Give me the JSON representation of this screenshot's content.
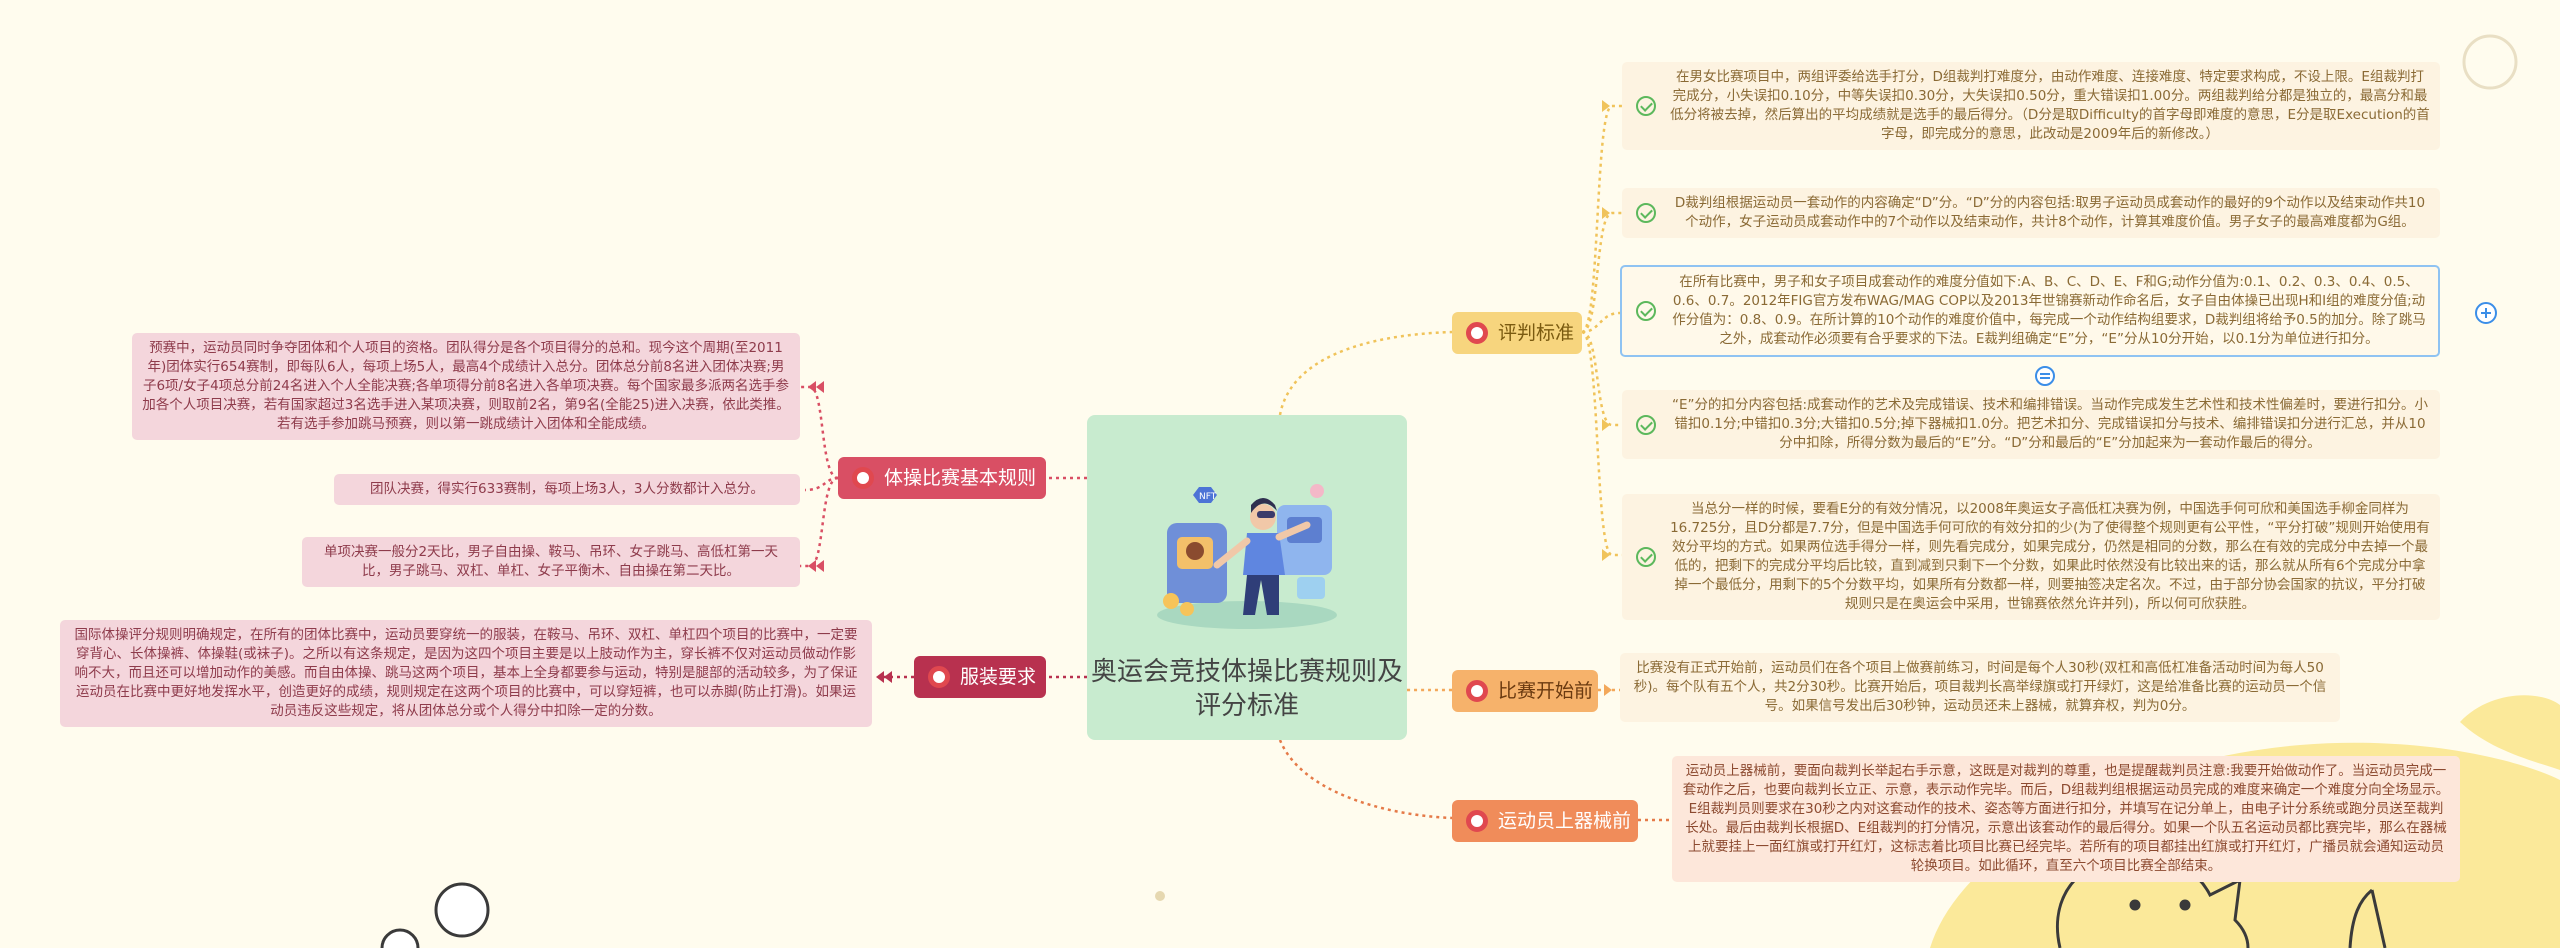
{
  "central_topic": {
    "title": "奥运会竞技体操比赛规则及评分标准"
  },
  "colors": {
    "background": "#fffcee",
    "central_bg": "#c8ebcf",
    "branch_scoring": "#f7d57e",
    "branch_basic_rules": "#d94f64",
    "branch_attire": "#b8314f",
    "branch_start": "#f6b26b",
    "branch_apparatus": "#f08c5a",
    "check_icon": "#5cb85c"
  },
  "branches": {
    "scoring": {
      "label": "评判标准",
      "icon": "target-icon",
      "items": [
        "在男女比赛项目中，两组评委给选手打分，D组裁判打难度分，由动作难度、连接难度、特定要求构成，不设上限。E组裁判打完成分，小失误扣0.10分，中等失误扣0.30分，大失误扣0.50分，重大错误扣1.00分。两组裁判给分都是独立的，最高分和最低分将被去掉，然后算出的平均成绩就是选手的最后得分。（D分是取Difficulty的首字母即难度的意思，E分是取Execution的首字母，即完成分的意思，此改动是2009年后的新修改。）",
        "D裁判组根据运动员一套动作的内容确定“D”分。“D”分的内容包括:取男子运动员成套动作的最好的9个动作以及结束动作共10个动作，女子运动员成套动作中的7个动作以及结束动作，共计8个动作，计算其难度价值。男子女子的最高难度都为G组。",
        "在所有比赛中，男子和女子项目成套动作的难度分值如下:A、B、C、D、E、F和G;动作分值为:0.1、0.2、0.3、0.4、0.5、0.6、0.7。2012年FIG官方发布WAG/MAG COP以及2013年世锦赛新动作命名后，女子自由体操已出现H和I组的难度分值;动作分值为：0.8、0.9。在所计算的10个动作的难度价值中，每完成一个动作结构组要求，D裁判组将给予0.5的加分。除了跳马之外，成套动作必须要有合乎要求的下法。E裁判组确定“E”分，“E”分从10分开始，以0.1分为单位进行扣分。",
        "“E”分的扣分内容包括:成套动作的艺术及完成错误、技术和编排错误。当动作完成发生艺术性和技术性偏差时，要进行扣分。小错扣0.1分;中错扣0.3分;大错扣0.5分;掉下器械扣1.0分。把艺术扣分、完成错误扣分与技术、编排错误扣分进行汇总，并从10分中扣除，所得分数为最后的“E”分。“D”分和最后的“E”分加起来为一套动作最后的得分。",
        "当总分一样的时候，要看E分的有效分情况，以2008年奥运女子高低杠决赛为例，中国选手何可欣和美国选手柳金同样为16.725分，且D分都是7.7分，但是中国选手何可欣的有效分扣的少(为了使得整个规则更有公平性，“平分打破”规则开始使用有效分平均的方式。如果两位选手得分一样，则先看完成分，如果完成分，仍然是相同的分数，那么在有效的完成分中去掉一个最低的，把剩下的完成分平均后比较，直到减到只剩下一个分数，如果此时依然没有比较出来的话，那么就从所有6个完成分中拿掉一个最低分，用剩下的5个分数平均，如果所有分数都一样，则要抽签决定名次。不过，由于部分协会国家的抗议，平分打破规则只是在奥运会中采用，世锦赛依然允许并列)，所以何可欣获胜。"
      ]
    },
    "basic_rules": {
      "label": "体操比赛基本规则",
      "icon": "target-icon",
      "items": [
        "预赛中，运动员同时争夺团体和个人项目的资格。团队得分是各个项目得分的总和。现今这个周期(至2011年)团体实行654赛制，即每队6人，每项上场5人，最高4个成绩计入总分。团体总分前8名进入团体决赛;男子6项/女子4项总分前24名进入个人全能决赛;各单项得分前8名进入各单项决赛。每个国家最多派两名选手参加各个人项目决赛，若有国家超过3名选手进入某项决赛，则取前2名，第9名(全能25)进入决赛，依此类推。若有选手参加跳马预赛，则以第一跳成绩计入团体和全能成绩。",
        "团队决赛，得实行633赛制，每项上场3人，3人分数都计入总分。",
        "单项决赛一般分2天比，男子自由操、鞍马、吊环、女子跳马、高低杠第一天比，男子跳马、双杠、单杠、女子平衡木、自由操在第二天比。"
      ]
    },
    "attire": {
      "label": "服装要求",
      "icon": "target-icon",
      "items": [
        "国际体操评分规则明确规定，在所有的团体比赛中，运动员要穿统一的服装，在鞍马、吊环、双杠、单杠四个项目的比赛中，一定要穿背心、长体操裤、体操鞋(或袜子)。之所以有这条规定，是因为这四个项目主要是以上肢动作为主，穿长裤不仅对运动员做动作影响不大，而且还可以增加动作的美感。而自由体操、跳马这两个项目，基本上全身都要参与运动，特别是腿部的活动较多，为了保证运动员在比赛中更好地发挥水平，创造更好的成绩，规则规定在这两个项目的比赛中，可以穿短裤，也可以赤脚(防止打滑)。如果运动员违反这些规定，将从团体总分或个人得分中扣除一定的分数。"
      ]
    },
    "start": {
      "label": "比赛开始前",
      "icon": "target-icon",
      "items": [
        "比赛没有正式开始前，运动员们在各个项目上做赛前练习，时间是每个人30秒(双杠和高低杠准备活动时间为每人50秒)。每个队有五个人，共2分30秒。比赛开始后，项目裁判长高举绿旗或打开绿灯，这是给准备比赛的运动员一个信号。如果信号发出后30秒钟，运动员还未上器械，就算弃权，判为0分。"
      ]
    },
    "apparatus": {
      "label": "运动员上器械前",
      "icon": "target-icon",
      "items": [
        "运动员上器械前，要面向裁判长举起右手示意，这既是对裁判的尊重，也是提醒裁判员注意:我要开始做动作了。当运动员完成一套动作之后，也要向裁判长立正、示意，表示动作完毕。而后，D组裁判组根据运动员完成的难度来确定一个难度分向全场显示。E组裁判员则要求在30秒之内对这套动作的技术、姿态等方面进行扣分，并填写在记分单上，由电子计分系统或跑分员送至裁判长处。最后由裁判长根据D、E组裁判的打分情况，示意出该套动作的最后得分。如果一个队五名运动员都比赛完毕，那么在器械上就要挂上一面红旗或打开红灯，这标志着比项目比赛已经完毕。若所有的项目都挂出红旗或打开红灯，广播员就会通知运动员轮换项目。如此循环，直至六个项目比赛全部结束。"
      ]
    }
  }
}
